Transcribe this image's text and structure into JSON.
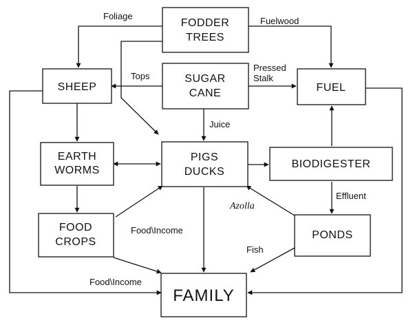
{
  "nodes": {
    "fodder_trees": {
      "line1": "FODDER",
      "line2": "TREES"
    },
    "sheep": {
      "label": "SHEEP"
    },
    "sugar_cane": {
      "line1": "SUGAR",
      "line2": "CANE"
    },
    "fuel": {
      "label": "FUEL"
    },
    "earthworms": {
      "line1": "EARTH",
      "line2": "WORMS"
    },
    "pigs_ducks": {
      "line1": "PIGS",
      "line2": "DUCKS"
    },
    "biodigester": {
      "label": "BIODIGESTER"
    },
    "food_crops": {
      "line1": "FOOD",
      "line2": "CROPS"
    },
    "ponds": {
      "label": "PONDS"
    },
    "family": {
      "label": "FAMILY"
    }
  },
  "edge_labels": {
    "foliage": "Foliage",
    "fuelwood": "Fuelwood",
    "tops": "Tops",
    "pressed_line1": "Pressed",
    "pressed_line2": "Stalk",
    "juice": "Juice",
    "effluent": "Effluent",
    "azolla": "Azolla",
    "food_income_center": "Food\\Income",
    "fish": "Fish",
    "food_income_left": "Food\\Income"
  }
}
